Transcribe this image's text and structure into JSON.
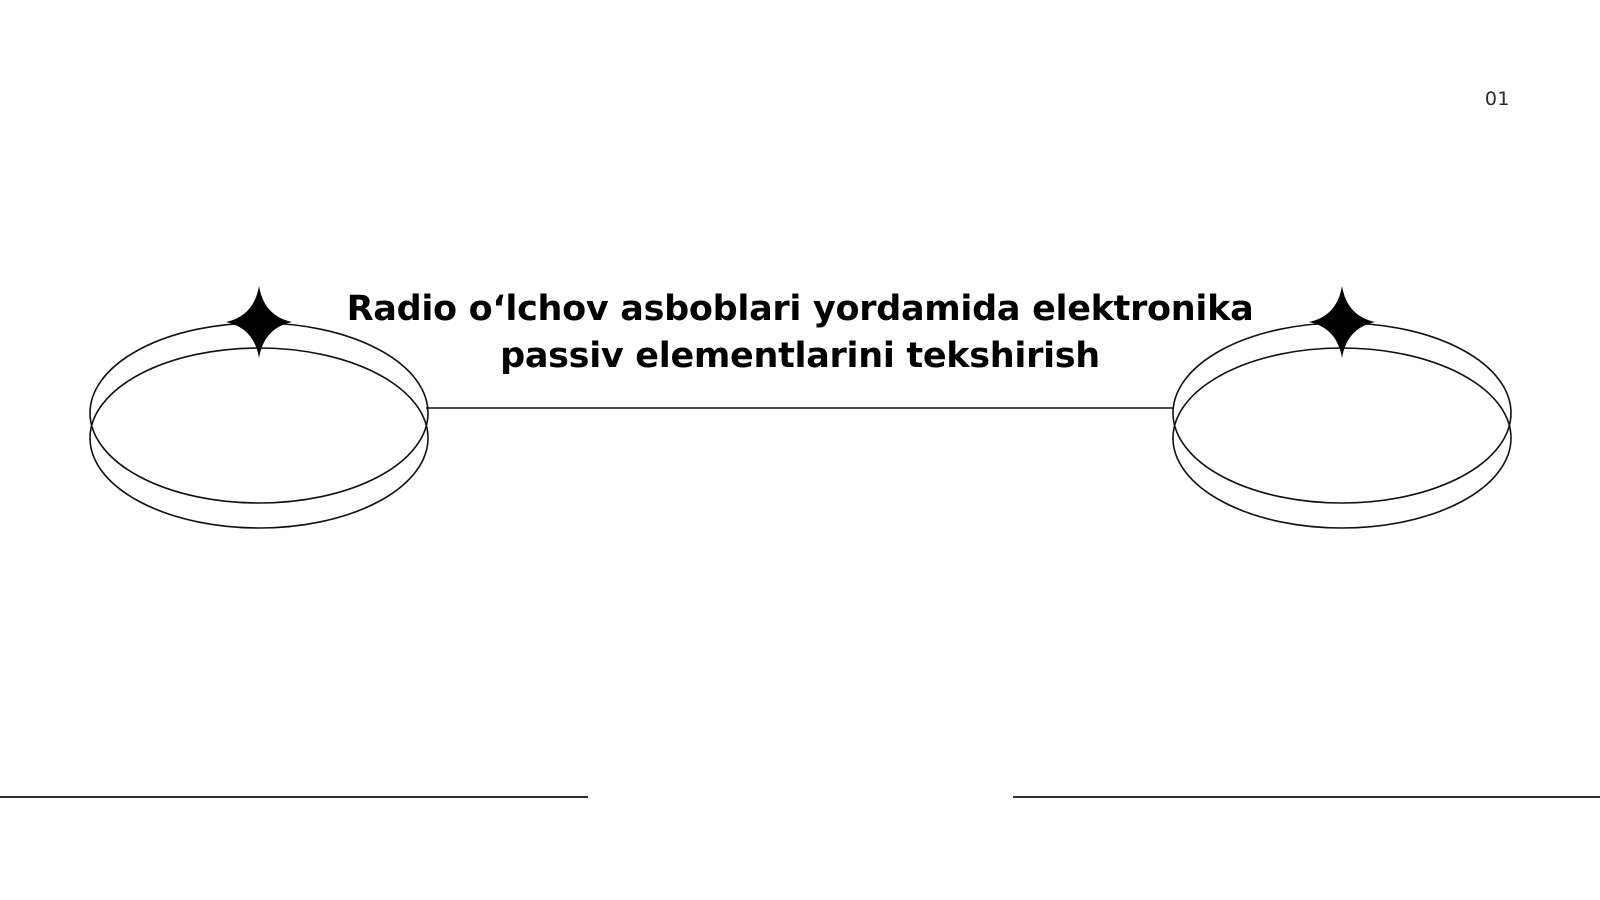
{
  "slide": {
    "number": "01",
    "title_line1": "Radio o‘lchov asboblari yordamida elektronika",
    "title_line2": "passiv elementlarini tekshirish"
  },
  "colors": {
    "background": "#ffffff",
    "ink": "#000000"
  }
}
